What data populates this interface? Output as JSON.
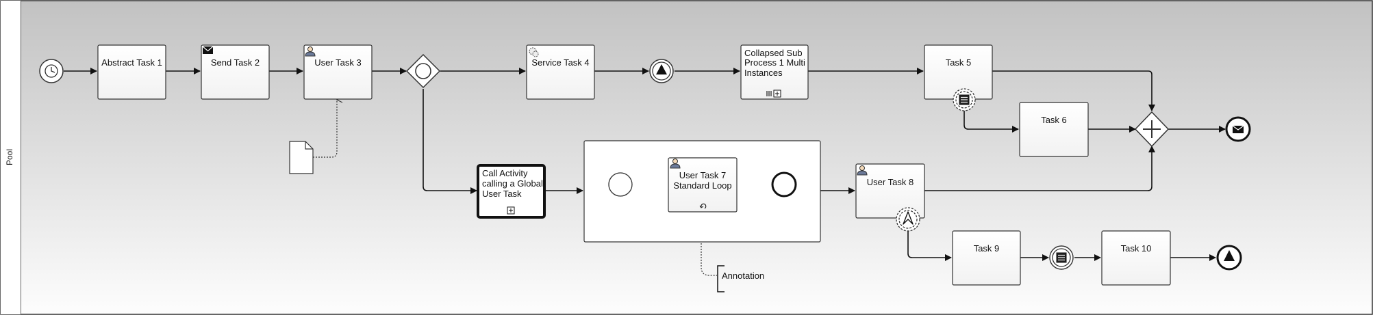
{
  "pool": {
    "label": "Pool"
  },
  "tasks": {
    "abstract_task_1": "Abstract Task 1",
    "send_task_2": "Send Task 2",
    "user_task_3": "User Task 3",
    "service_task_4": "Service Task 4",
    "collapsed_sub_process": [
      "Collapsed Sub",
      "Process 1 Multi",
      "Instances"
    ],
    "task_5": "Task 5",
    "task_6": "Task 6",
    "call_activity": [
      "Call Activity",
      "calling a Global",
      "User Task"
    ],
    "user_task_7": [
      "User Task 7",
      "Standard Loop"
    ],
    "user_task_8": "User Task 8",
    "task_9": "Task 9",
    "task_10": "Task 10"
  },
  "annotation": {
    "text": "Annotation"
  },
  "icons": [
    "timer-start-event-icon",
    "envelope-icon",
    "user-icon",
    "gear-icon",
    "multi-instance-icon",
    "collapsed-subprocess-marker-icon",
    "loop-icon",
    "signal-icon",
    "conditional-icon",
    "escalation-icon",
    "parallel-gateway-icon",
    "event-based-gateway-icon",
    "message-end-event-icon",
    "data-object-icon"
  ],
  "colors": {
    "pool_gradient_top": "#c2c2c2",
    "pool_gradient_bottom": "#ffffff",
    "stroke": "#111111"
  }
}
